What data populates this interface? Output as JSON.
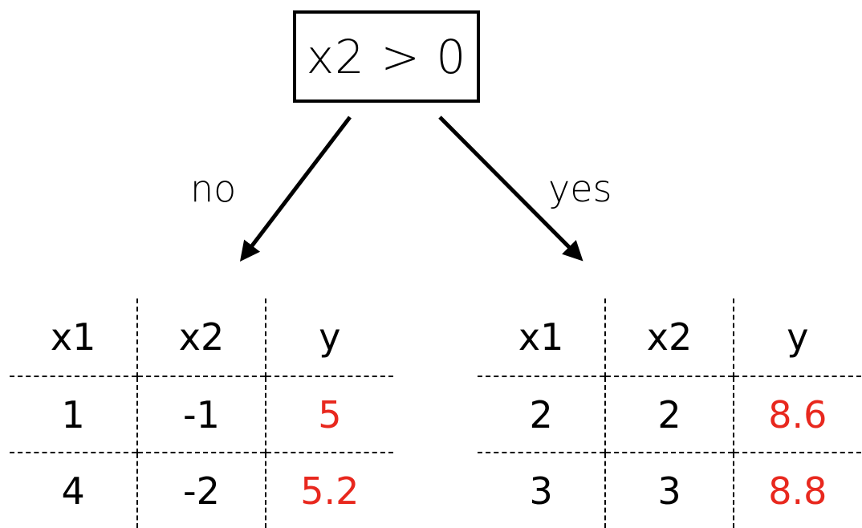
{
  "split": {
    "condition": "x2 > 0"
  },
  "edges": {
    "left_label": "no",
    "right_label": "yes"
  },
  "leaves": [
    {
      "columns": [
        "x1",
        "x2",
        "y"
      ],
      "rows": [
        [
          "1",
          "-1",
          "5"
        ],
        [
          "4",
          "-2",
          "5.2"
        ]
      ]
    },
    {
      "columns": [
        "x1",
        "x2",
        "y"
      ],
      "rows": [
        [
          "2",
          "2",
          "8.6"
        ],
        [
          "3",
          "3",
          "8.8"
        ]
      ]
    }
  ],
  "colors": {
    "target_value": "#e8281e",
    "ink": "#000000"
  }
}
